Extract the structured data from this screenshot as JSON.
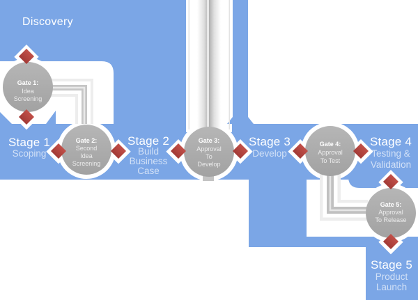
{
  "diagram": {
    "discovery_label": "Discovery",
    "colors": {
      "stage_blue": "#7BA6E6",
      "gate_gray": "#ABABAB",
      "diamond_red": "#B7433E",
      "pipe_core_gray": "#C0C0C0",
      "text_white": "#FFFFFF"
    },
    "stages": [
      {
        "title": "Stage 1",
        "lines": [
          "Scoping"
        ]
      },
      {
        "title": "Stage 2",
        "lines": [
          "Build",
          "Business",
          "Case"
        ]
      },
      {
        "title": "Stage 3",
        "lines": [
          "Develop"
        ]
      },
      {
        "title": "Stage 4",
        "lines": [
          "Testing &",
          "Validation"
        ]
      },
      {
        "title": "Stage 5",
        "lines": [
          "Product",
          "Launch"
        ]
      }
    ],
    "gates": [
      {
        "title": "Gate 1:",
        "lines": [
          "Idea",
          "Screening"
        ]
      },
      {
        "title": "Gate 2:",
        "lines": [
          "Second",
          "Idea",
          "Screening"
        ]
      },
      {
        "title": "Gate 3:",
        "lines": [
          "Approval",
          "To",
          "Develop"
        ]
      },
      {
        "title": "Gate 4:",
        "lines": [
          "Approval",
          "To Test"
        ]
      },
      {
        "title": "Gate 5:",
        "lines": [
          "Approval",
          "To Release"
        ]
      }
    ]
  }
}
